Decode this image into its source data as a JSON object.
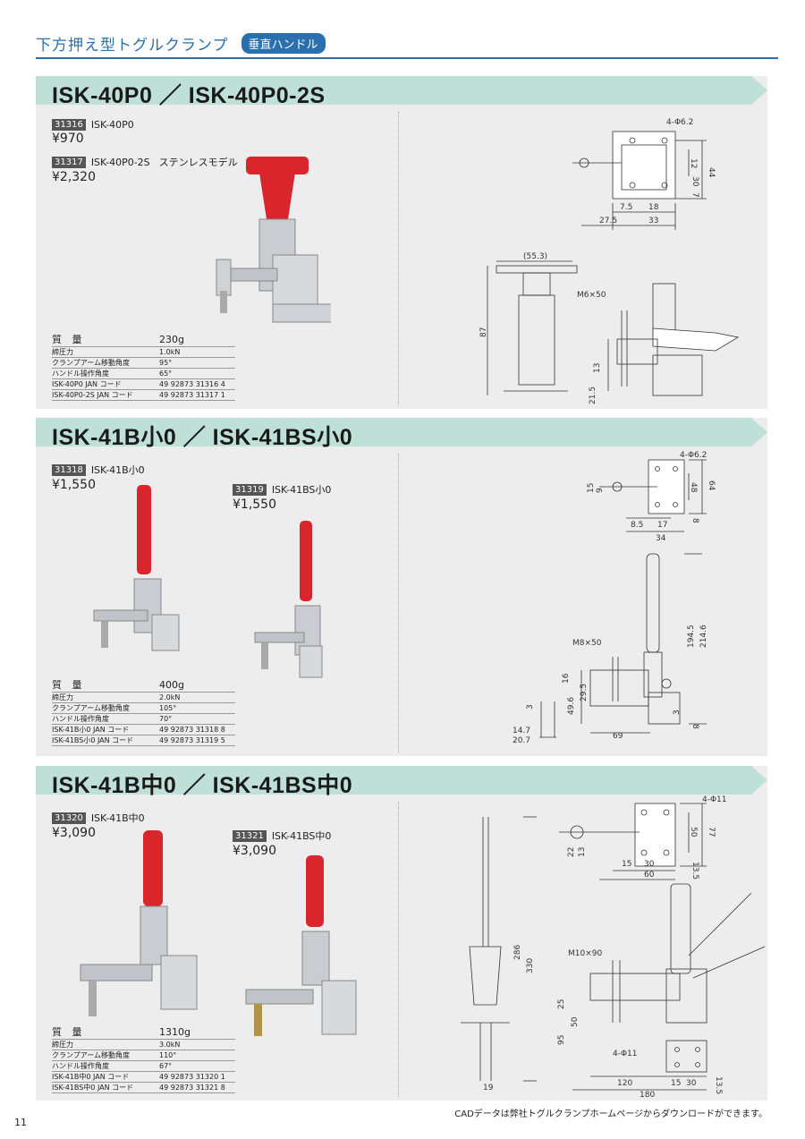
{
  "header": {
    "title": "下方押え型トグルクランプ",
    "badge": "垂直ハンドル"
  },
  "sections": [
    {
      "title": "ISK-40P0 ／ ISK-40P0-2S",
      "items": [
        {
          "code": "31316",
          "model": "ISK-40P0",
          "note": "",
          "price": "¥970"
        },
        {
          "code": "31317",
          "model": "ISK-40P0-2S",
          "note": "ステンレスモデル",
          "price": "¥2,320"
        }
      ],
      "spec": [
        {
          "k": "質 量",
          "v": "230g"
        },
        {
          "k": "締圧力",
          "v": "1.0kN"
        },
        {
          "k": "クランプアーム移動角度",
          "v": "95°"
        },
        {
          "k": "ハンドル操作角度",
          "v": "65°"
        },
        {
          "k": "ISK-40P0 JAN コード",
          "v": "49 92873 31316 4"
        },
        {
          "k": "ISK-40P0-2S JAN コード",
          "v": "49 92873 31317 1"
        }
      ],
      "dims": {
        "holes": "4-Φ6.2",
        "d12": "12",
        "d30": "30",
        "d44": "44",
        "d7": "7",
        "d7_5": "7.5",
        "d18": "18",
        "d27_5": "27.5",
        "d33": "33",
        "d55_3": "(55.3)",
        "d87": "87",
        "bolt": "M6×50",
        "d13": "13",
        "d21_5": "21.5"
      }
    },
    {
      "title": "ISK-41B小0 ／ ISK-41BS小0",
      "items": [
        {
          "code": "31318",
          "model": "ISK-41B小0",
          "note": "",
          "price": "¥1,550"
        },
        {
          "code": "31319",
          "model": "ISK-41BS小0",
          "note": "",
          "price": "¥1,550"
        }
      ],
      "spec": [
        {
          "k": "質 量",
          "v": "400g"
        },
        {
          "k": "締圧力",
          "v": "2.0kN"
        },
        {
          "k": "クランプアーム移動角度",
          "v": "105°"
        },
        {
          "k": "ハンドル操作角度",
          "v": "70°"
        },
        {
          "k": "ISK-41B小0 JAN コード",
          "v": "49 92873 31318 8"
        },
        {
          "k": "ISK-41BS小0 JAN コード",
          "v": "49 92873 31319 5"
        }
      ],
      "dims": {
        "holes": "4-Φ6.2",
        "d15": "15",
        "d9": "9",
        "d48": "48",
        "d64": "64",
        "d8_5": "8.5",
        "d17": "17",
        "d8": "8",
        "d34": "34",
        "d194_5": "194.5",
        "d214_6": "214.6",
        "bolt": "M8×50",
        "d16": "16",
        "d29_5": "29.5",
        "d49_6": "49.6",
        "d3": "3",
        "d3b": "3",
        "d14_7": "14.7",
        "d20_7": "20.7",
        "d69": "69",
        "d8b": "8"
      }
    },
    {
      "title": "ISK-41B中0 ／ ISK-41BS中0",
      "items": [
        {
          "code": "31320",
          "model": "ISK-41B中0",
          "note": "",
          "price": "¥3,090"
        },
        {
          "code": "31321",
          "model": "ISK-41BS中0",
          "note": "",
          "price": "¥3,090"
        }
      ],
      "spec": [
        {
          "k": "質 量",
          "v": "1310g"
        },
        {
          "k": "締圧力",
          "v": "3.0kN"
        },
        {
          "k": "クランプアーム移動角度",
          "v": "110°"
        },
        {
          "k": "ハンドル操作角度",
          "v": "67°"
        },
        {
          "k": "ISK-41B中0 JAN コード",
          "v": "49 92873 31320 1"
        },
        {
          "k": "ISK-41BS中0 JAN コード",
          "v": "49 92873 31321 8"
        }
      ],
      "dims": {
        "holes": "4-Φ11",
        "d22": "22",
        "d13": "13",
        "d50": "50",
        "d77": "77",
        "d15": "15",
        "d30": "30",
        "d60": "60",
        "d13_5": "13.5",
        "d286": "286",
        "d330": "330",
        "bolt": "M10×90",
        "d25": "25",
        "d50b": "50",
        "d95": "95",
        "holes2": "4-Φ11",
        "d120": "120",
        "d15b": "15",
        "d30b": "30",
        "d180": "180",
        "d13_5b": "13.5",
        "d19": "19"
      }
    }
  ],
  "footer": {
    "note": "CADデータは弊社トグルクランプホームページからダウンロードができます。",
    "page": "11"
  },
  "colors": {
    "accent": "#2a6fae",
    "band": "#bfe0d6",
    "handle": "#d8262c",
    "panel": "#ededed"
  }
}
